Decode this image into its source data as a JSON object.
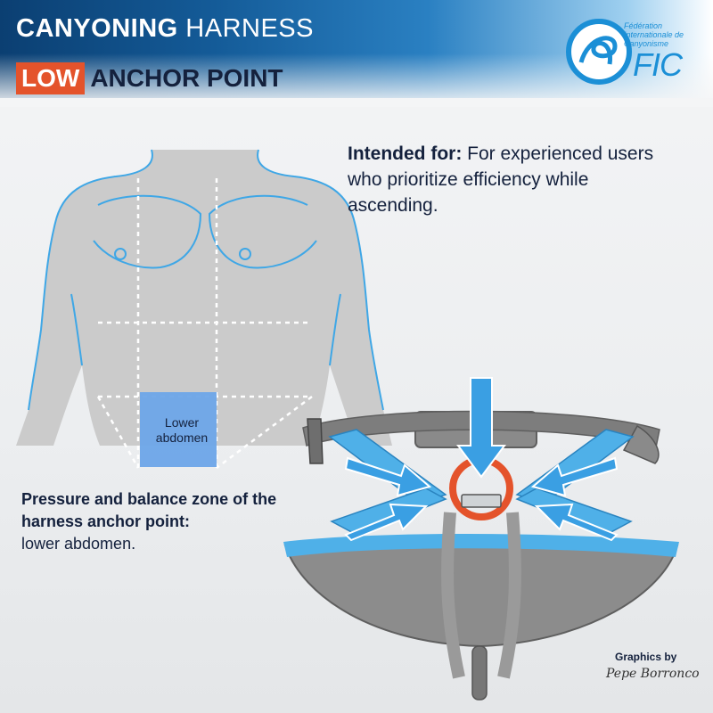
{
  "header": {
    "title_bold": "CANYONING",
    "title_light": "HARNESS",
    "subtitle_highlight": "LOW",
    "subtitle_rest": "ANCHOR POINT"
  },
  "logo": {
    "org_name": "Fédération Internationale de Canyonisme",
    "acronym": "FIC"
  },
  "intended": {
    "label": "Intended for:",
    "text": "For experienced users who prioritize efficiency while ascending."
  },
  "zone": {
    "label": "Lower abdomen"
  },
  "pressure": {
    "heading": "Pressure and balance zone of the harness anchor point:",
    "text": "lower abdomen."
  },
  "credit": {
    "label": "Graphics by",
    "author": "Pepe Borronco"
  },
  "colors": {
    "accent": "#e4532b",
    "brand_blue": "#1b8fd6",
    "navy": "#14213d",
    "body_gray": "#c8c8c8",
    "zone_blue": "#6da5e8"
  }
}
